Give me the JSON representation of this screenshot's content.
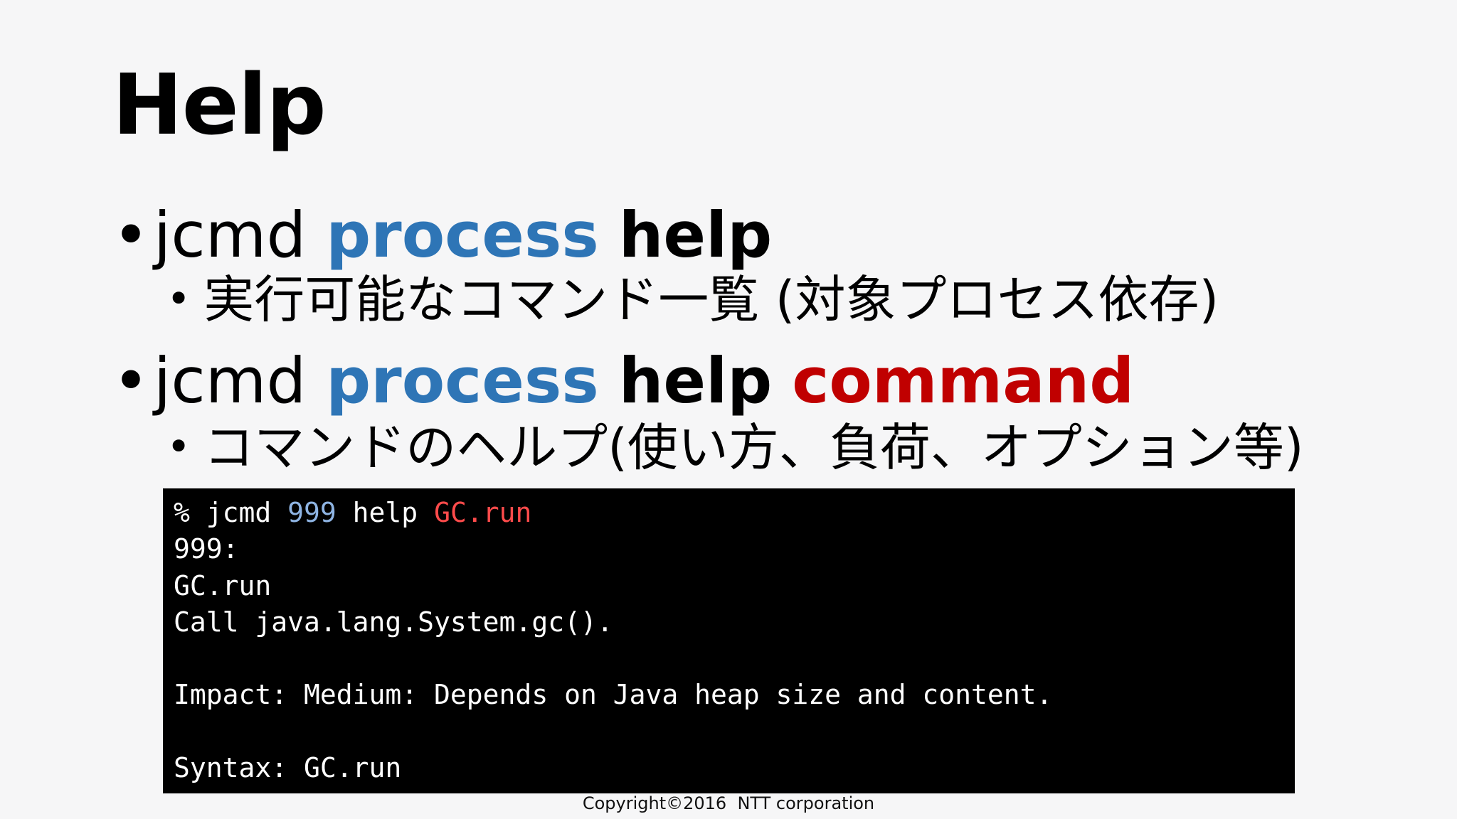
{
  "slide": {
    "title": "Help",
    "bullet_symbol": "•",
    "sub_bullet_symbol": "•",
    "bullets": [
      {
        "prefix": "jcmd ",
        "process": "process",
        "help": "help",
        "sub": "実行可能なコマンド一覧 (対象プロセス依存)"
      },
      {
        "prefix": "jcmd ",
        "process": "process",
        "help": "help",
        "command": "command",
        "sub": "コマンドのヘルプ(使い方、負荷、オプション等)"
      }
    ]
  },
  "terminal": {
    "prompt_line": {
      "prefix": "% jcmd ",
      "pid": "999",
      "middle": " help ",
      "command": "GC.run"
    },
    "output": [
      "999:",
      "GC.run",
      "Call java.lang.System.gc().",
      "",
      "Impact: Medium: Depends on Java heap size and content.",
      "",
      "Syntax: GC.run"
    ]
  },
  "footer": {
    "copyright": "Copyright©2016  NTT corporation"
  },
  "colors": {
    "background": "#f6f6f7",
    "blue": "#2e75b6",
    "red": "#c00000",
    "terminal_bg": "#000000",
    "terminal_text": "#ffffff",
    "terminal_pid": "#8eb4e3",
    "terminal_command": "#ff4b4b"
  }
}
